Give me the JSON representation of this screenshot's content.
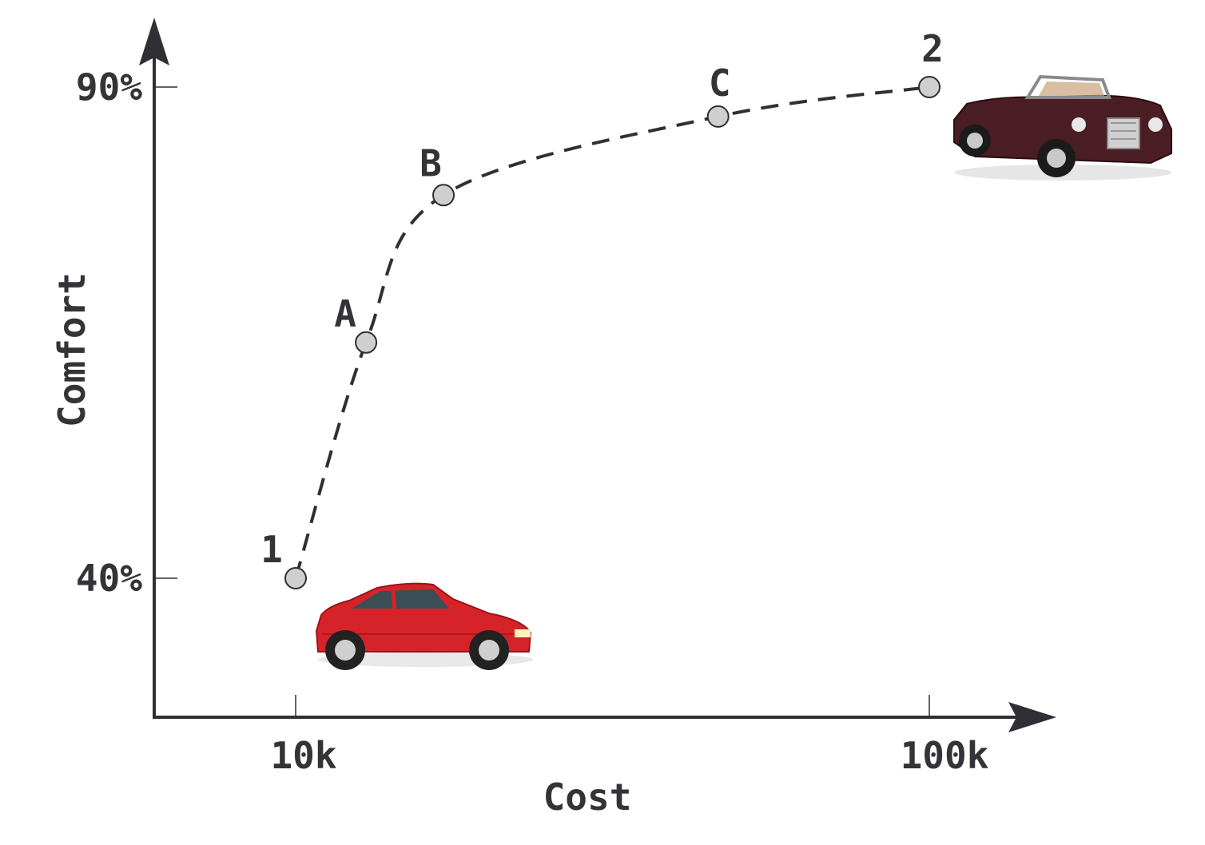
{
  "chart_data": {
    "type": "scatter",
    "xlabel": "Cost",
    "ylabel": "Comfort",
    "x_ticks": [
      "10k",
      "100k"
    ],
    "y_ticks": [
      "40%",
      "90%"
    ],
    "grid": false,
    "series": [
      {
        "points": [
          {
            "label": "1",
            "x": 10,
            "y": 40
          },
          {
            "label": "A",
            "x": 20,
            "y": 64
          },
          {
            "label": "B",
            "x": 31,
            "y": 79
          },
          {
            "label": "C",
            "x": 70,
            "y": 87
          },
          {
            "label": "2",
            "x": 100,
            "y": 90
          }
        ]
      }
    ],
    "images": [
      {
        "name": "red-hatchback-car",
        "color": "#d6232a",
        "near_point": "1"
      },
      {
        "name": "maroon-convertible-car",
        "color": "#4a1e24",
        "near_point": "2"
      }
    ]
  }
}
